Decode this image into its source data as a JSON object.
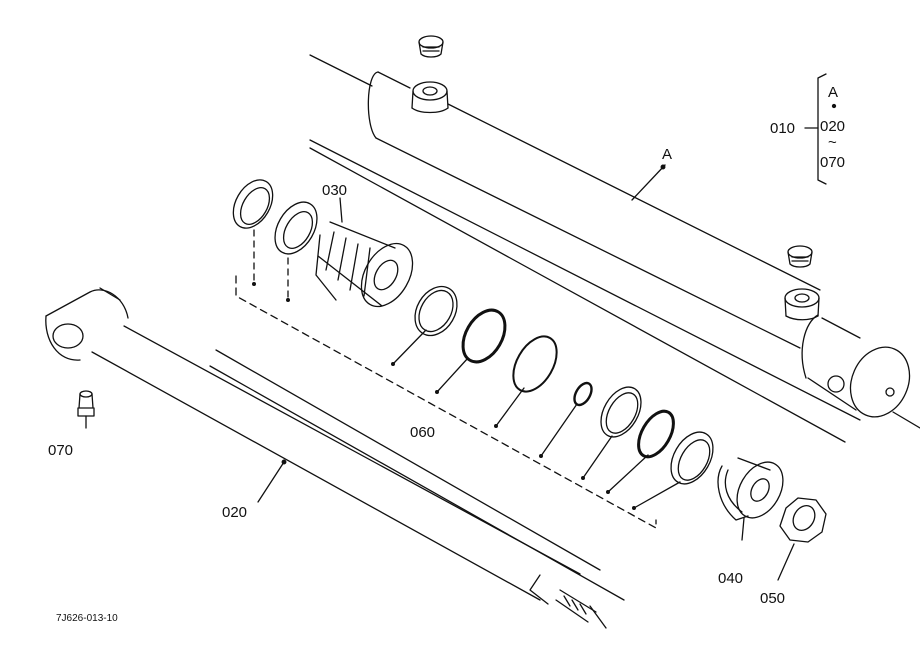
{
  "labels": {
    "p010": "010",
    "p020": "020",
    "p030": "030",
    "p040": "040",
    "p050": "050",
    "p060": "060",
    "p070": "070",
    "assy_a": "A"
  },
  "legend": {
    "letter": "A",
    "range_start": "020",
    "tilde": "~",
    "range_end": "070",
    "parent": "010"
  },
  "drawing_code": "7J626-013-10",
  "colors": {
    "line": "#111111",
    "paper": "#ffffff"
  }
}
